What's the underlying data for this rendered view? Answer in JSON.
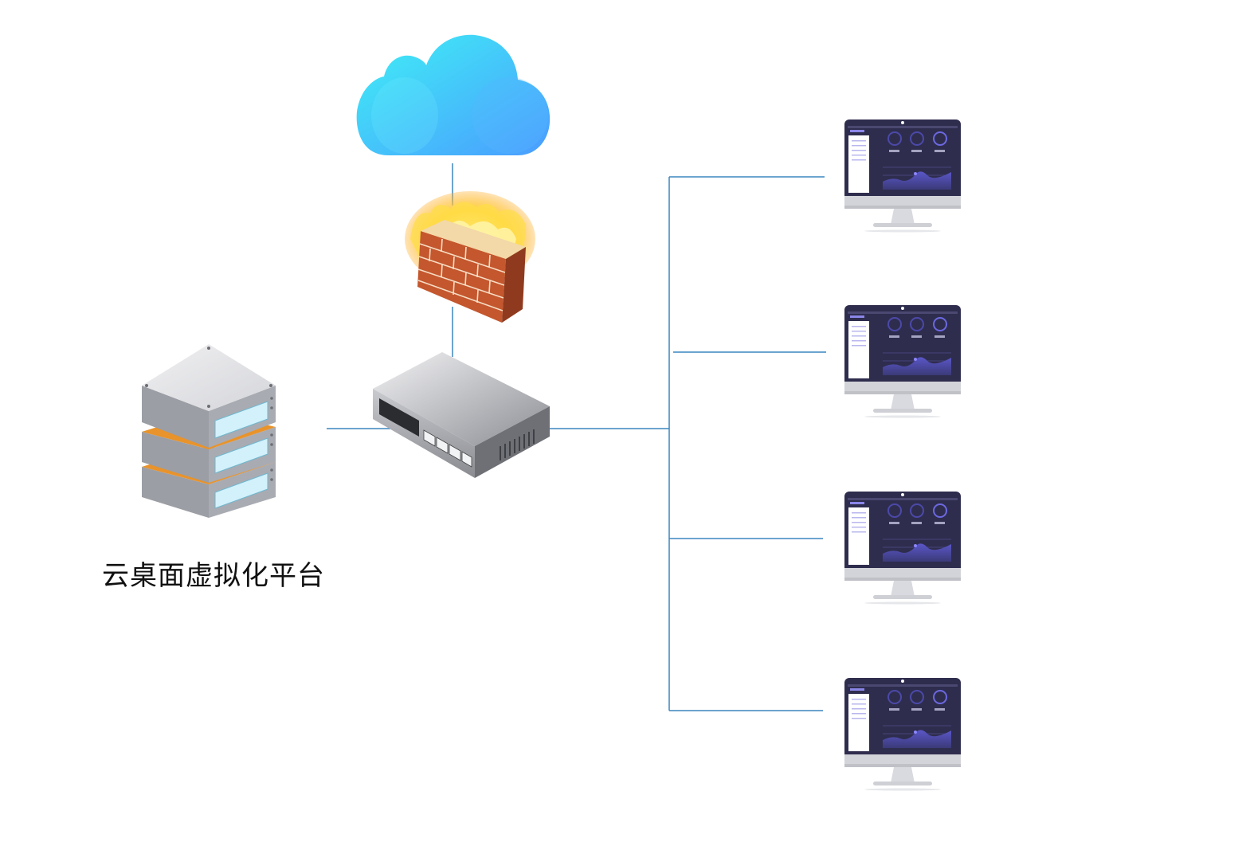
{
  "diagram": {
    "platform_label": "云桌面虚拟化平台",
    "nodes": [
      {
        "id": "cloud",
        "icon": "cloud-icon"
      },
      {
        "id": "firewall",
        "icon": "firewall-icon"
      },
      {
        "id": "switch",
        "icon": "network-switch-icon"
      },
      {
        "id": "server",
        "icon": "server-stack-icon"
      },
      {
        "id": "desktop-1",
        "icon": "desktop-monitor-icon"
      },
      {
        "id": "desktop-2",
        "icon": "desktop-monitor-icon"
      },
      {
        "id": "desktop-3",
        "icon": "desktop-monitor-icon"
      },
      {
        "id": "desktop-4",
        "icon": "desktop-monitor-icon"
      }
    ],
    "edges": [
      [
        "cloud",
        "firewall"
      ],
      [
        "firewall",
        "switch"
      ],
      [
        "server",
        "switch"
      ],
      [
        "switch",
        "desktop-1"
      ],
      [
        "switch",
        "desktop-2"
      ],
      [
        "switch",
        "desktop-3"
      ],
      [
        "switch",
        "desktop-4"
      ]
    ],
    "colors": {
      "link": "#3c86bf",
      "cloud_top": "#3ff0f5",
      "cloud_bottom": "#4a9cff",
      "monitor_screen": "#2f2d4e",
      "monitor_frame": "#c9cad0",
      "brick": "#c4572e",
      "server_accent": "#e8932b"
    }
  }
}
